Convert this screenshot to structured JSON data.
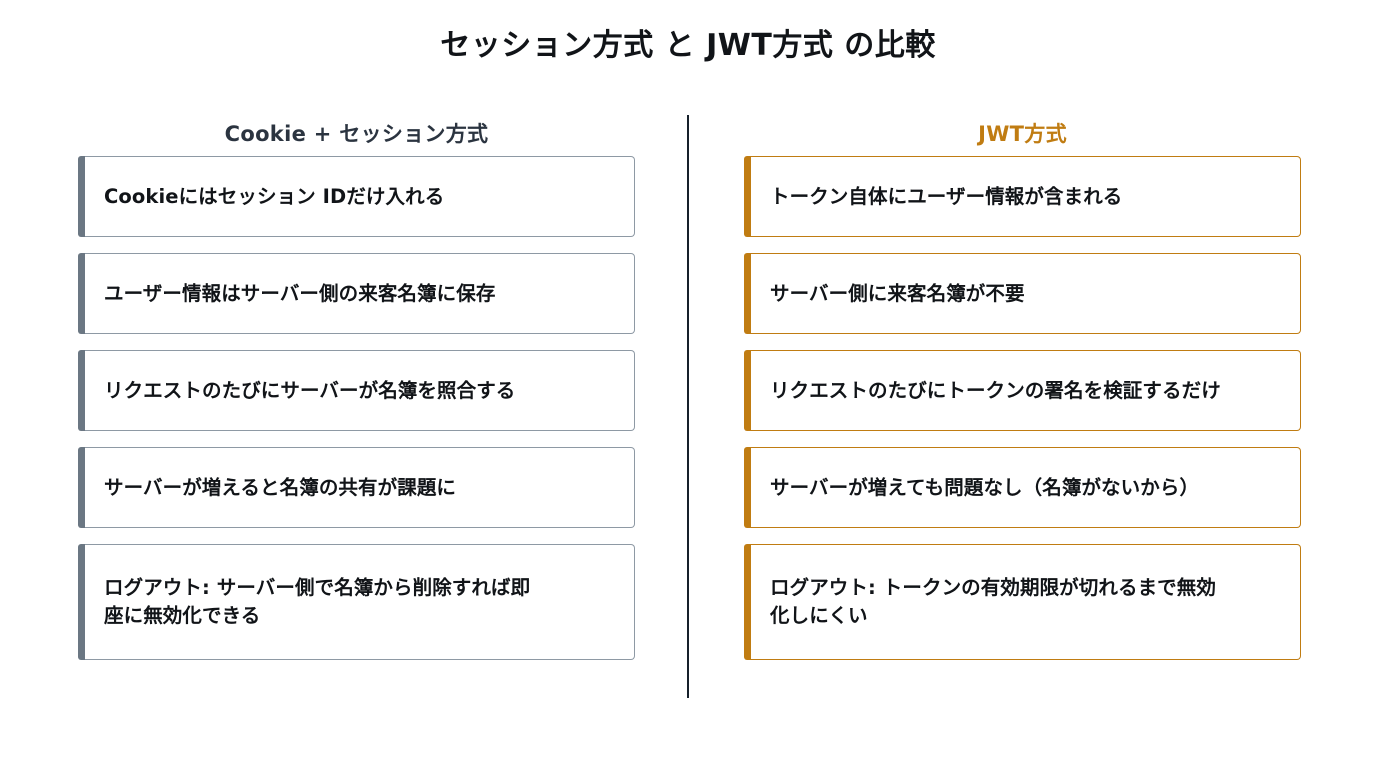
{
  "slide": {
    "title": "セッション方式 と JWT方式 の比較",
    "background_color": "#ffffff",
    "divider_color": "#16202b"
  },
  "columns": {
    "left": {
      "header": "Cookie + セッション方式",
      "header_color": "#2b3440",
      "accent_color": "#6b7783",
      "border_color": "#8e99a4",
      "cards": [
        {
          "text": "Cookieにはセッション IDだけ入れる"
        },
        {
          "text": "ユーザー情報はサーバー側の来客名簿に保存"
        },
        {
          "text": "リクエストのたびにサーバーが名簿を照合する"
        },
        {
          "text": "サーバーが増えると名簿の共有が課題に"
        },
        {
          "text": "ログアウト: サーバー側で名簿から削除すれば即\n座に無効化できる"
        }
      ]
    },
    "right": {
      "header": "JWT方式",
      "header_color": "#c07c12",
      "accent_color": "#c07c12",
      "border_color": "#c07c12",
      "cards": [
        {
          "text": "トークン自体にユーザー情報が含まれる"
        },
        {
          "text": "サーバー側に来客名簿が不要"
        },
        {
          "text": "リクエストのたびにトークンの署名を検証するだけ"
        },
        {
          "text": "サーバーが増えても問題なし（名簿がないから）"
        },
        {
          "text": "ログアウト: トークンの有効期限が切れるまで無効\n化しにくい"
        }
      ]
    }
  }
}
